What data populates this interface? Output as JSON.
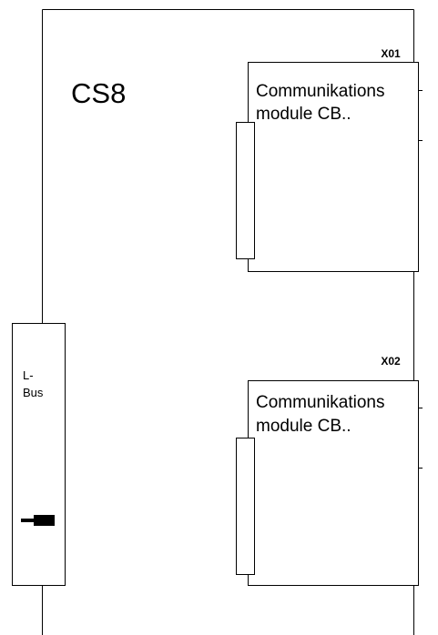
{
  "device": {
    "title": "CS8"
  },
  "modules": [
    {
      "slot": "X01",
      "line1": "Communikations",
      "line2": "module CB.."
    },
    {
      "slot": "X02",
      "line1": "Communikations",
      "line2": "module CB.."
    }
  ],
  "lbus": {
    "line1": "L-",
    "line2": "Bus",
    "connector_icon": "plug-connector-icon"
  }
}
